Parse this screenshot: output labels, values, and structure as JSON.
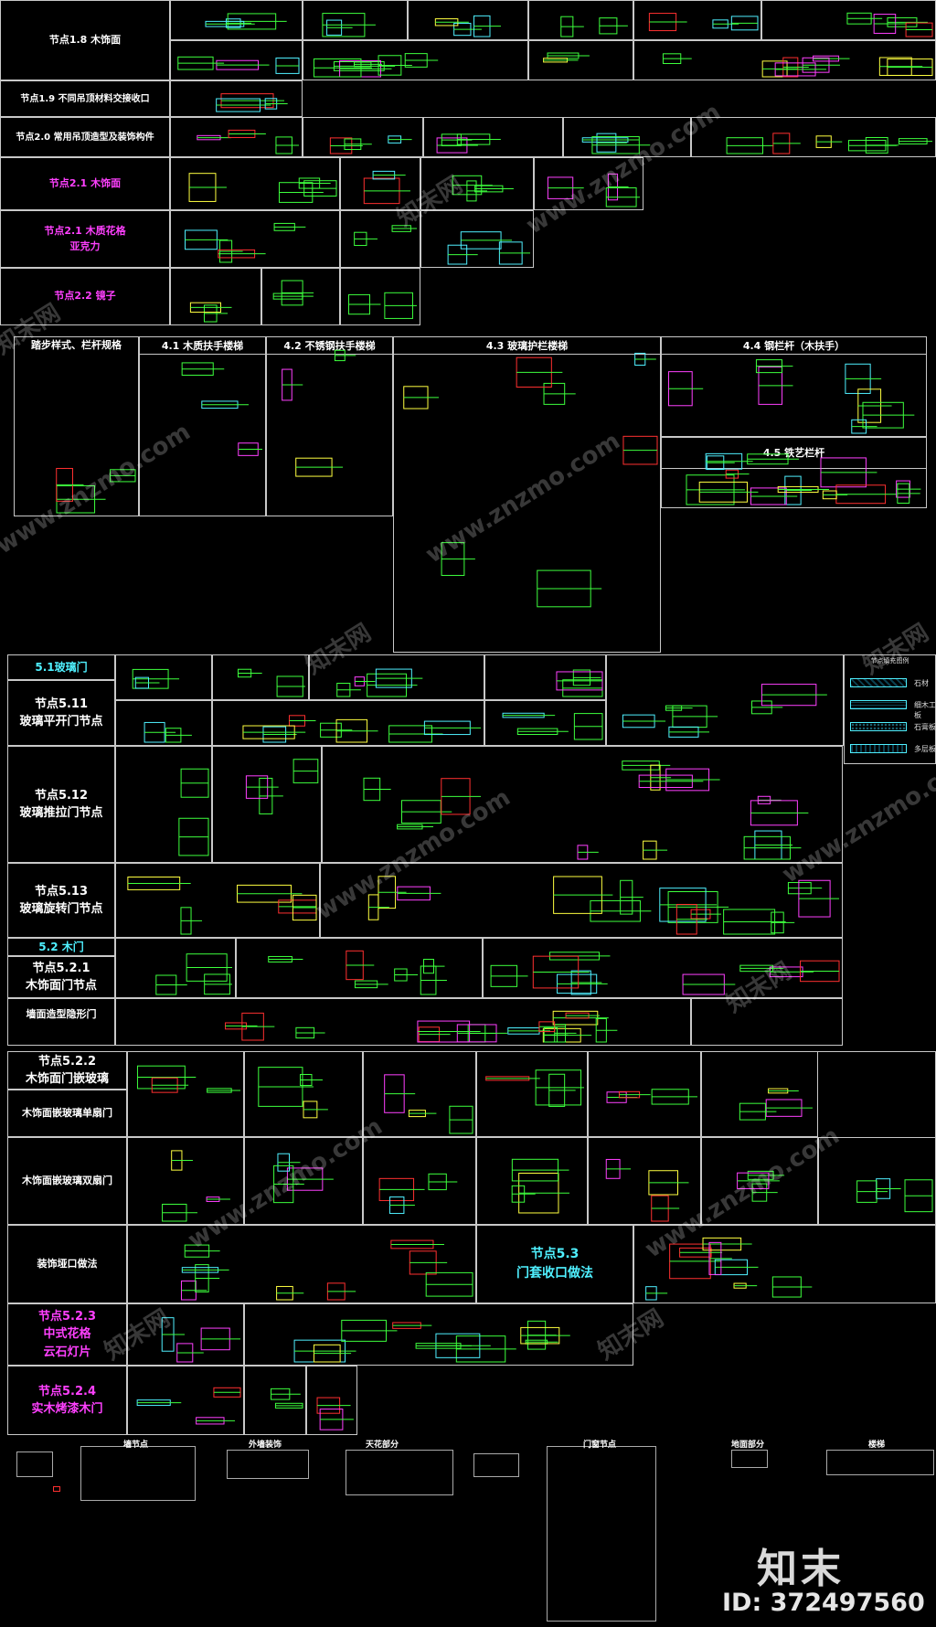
{
  "sections": {
    "n18": "节点1.8 木饰面",
    "n19": "节点1.9 不同吊顶材料交接收口",
    "n20": "节点2.0  常用吊顶造型及装饰构件",
    "n21": "节点2.1 木饰面",
    "n21b": "节点2.1 木质花格\n亚克力",
    "n22": "节点2.2 镜子",
    "stair_left": "踏步样式、栏杆规格",
    "s41": "4.1 木质扶手楼梯",
    "s42": "4.2 不锈钢扶手楼梯",
    "s43": "4.3 玻璃护栏楼梯",
    "s44": "4.4 钢栏杆（木扶手）",
    "s45": "4.5 铁艺栏杆",
    "s51": "5.1玻璃门",
    "n511": "节点5.11\n玻璃平开门节点",
    "n512": "节点5.12\n玻璃推拉门节点",
    "n513": "节点5.13\n玻璃旋转门节点",
    "s52": "5.2 木门",
    "n521": "节点5.2.1\n木饰面门节点",
    "hidden_door": "墙面造型隐形门",
    "n522": "节点5.2.2\n木饰面门嵌玻璃",
    "single_door": "木饰面嵌玻璃单扇门",
    "double_door": "木饰面嵌玻璃双扇门",
    "decor_opening": "装饰垭口做法",
    "n53": "节点5.3\n门套收口做法",
    "n523": "节点5.2.3\n中式花格\n云石灯片",
    "n524": "节点5.2.4\n实木烤漆木门"
  },
  "legend": {
    "title": "节点填充图例",
    "items": [
      "石材",
      "细木工板",
      "石膏板",
      "多层板"
    ]
  },
  "sheets": {
    "wall": "墙节点",
    "exterior": "外墙装饰",
    "ceiling": "天花部分",
    "doors": "门窗节点",
    "floor": "地面部分",
    "stairs": "楼梯"
  },
  "watermark": {
    "site": "www.znzmo.com",
    "cn": "知末网",
    "brand": "知末",
    "id": "ID: 372497560"
  },
  "colors": {
    "line": "#c8c8c8",
    "green": "#3dff3d",
    "cyan": "#4ff0ff",
    "magenta": "#ff40ff",
    "red": "#ff3030",
    "yellow": "#ffff40"
  }
}
